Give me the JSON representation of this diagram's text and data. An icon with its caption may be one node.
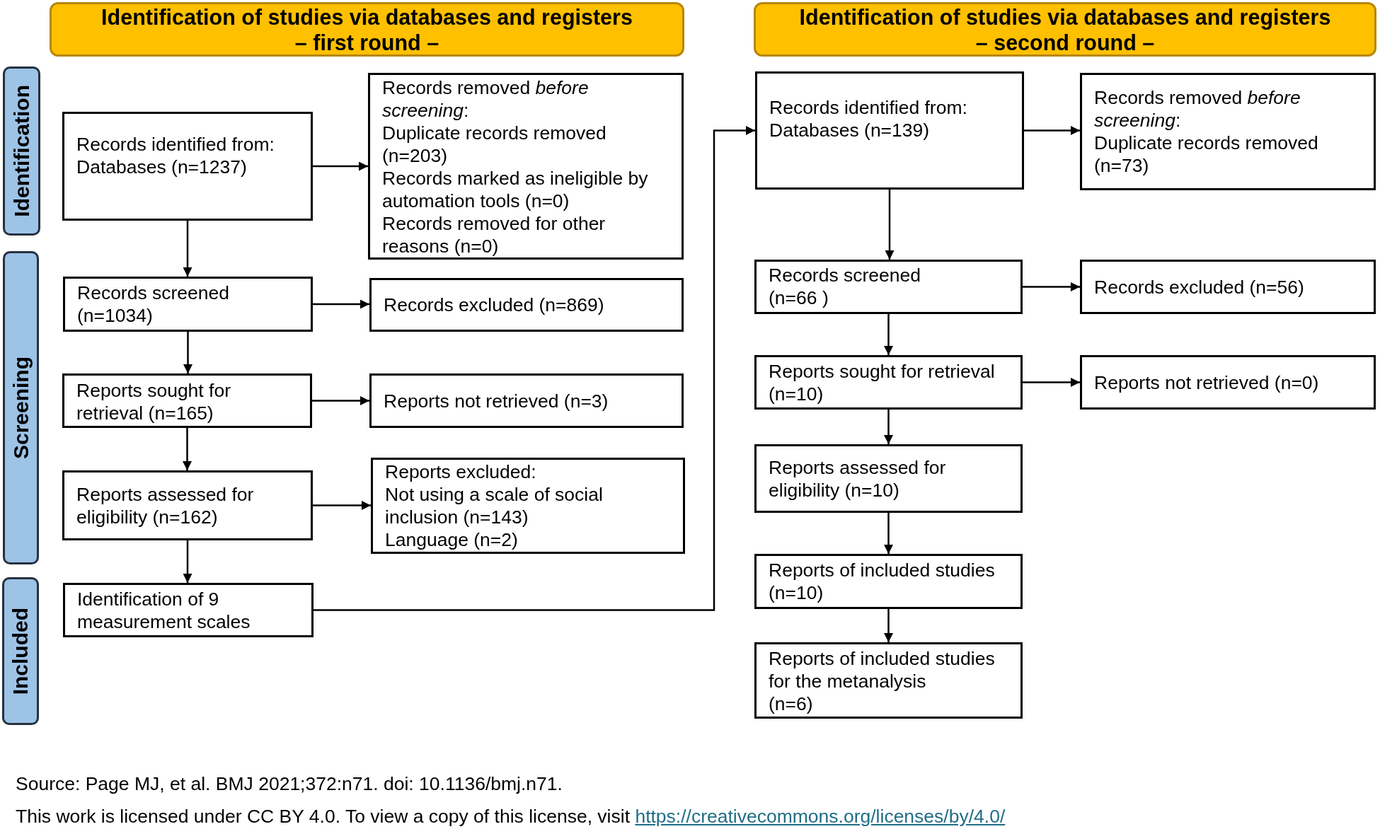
{
  "diagram": {
    "nodes": [
      {
        "text": [
          "Identification of studies via databases and registers",
          "– first round –"
        ]
      },
      {
        "text": [
          "Identification of studies via databases and registers",
          "– second round –"
        ]
      },
      {
        "text": [
          "Identification"
        ]
      },
      {
        "text": [
          "Screening"
        ]
      },
      {
        "text": [
          "Included"
        ]
      },
      {
        "text": [
          "Records identified from:",
          "Databases (n=1237)"
        ]
      },
      {
        "text": [
          "Records removed *before screening*:",
          "Duplicate records removed (n=203)",
          "Records marked as ineligible by automation tools (n=0)",
          "Records removed for other reasons (n=0)"
        ]
      },
      {
        "text": [
          "Records screened (n=1034)"
        ]
      },
      {
        "text": [
          "Records excluded (n=869)"
        ]
      },
      {
        "text": [
          "Reports sought for retrieval (n=165)"
        ]
      },
      {
        "text": [
          "Reports not retrieved (n=3)"
        ]
      },
      {
        "text": [
          "Reports assessed for eligibility (n=162)"
        ]
      },
      {
        "text": [
          "Reports excluded:",
          "Not using a scale of social inclusion (n=143)",
          "Language (n=2)"
        ]
      },
      {
        "text": [
          "Identification of 9 measurement scales"
        ]
      },
      {
        "text": [
          "Records identified from:",
          "Databases (n=139)"
        ]
      },
      {
        "text": [
          "Records removed *before screening*:",
          "Duplicate records removed (n=73)"
        ]
      },
      {
        "text": [
          "Records screened (n=66 )"
        ]
      },
      {
        "text": [
          "Records excluded (n=56)"
        ]
      },
      {
        "text": [
          "Reports sought for retrieval (n=10)"
        ]
      },
      {
        "text": [
          "Reports not retrieved (n=0)"
        ]
      },
      {
        "text": [
          "Reports assessed for eligibility (n=10)"
        ]
      },
      {
        "text": [
          "Reports of included studies (n=10)"
        ]
      },
      {
        "text": [
          "Reports of included studies for the metanalysis",
          "(n=6)"
        ]
      }
    ],
    "edges": [
      {
        "from": 5,
        "to": 6,
        "arrow": "to"
      },
      {
        "from": 5,
        "to": 7,
        "arrow": "to"
      },
      {
        "from": 7,
        "to": 8,
        "arrow": "to"
      },
      {
        "from": 7,
        "to": 9,
        "arrow": "to"
      },
      {
        "from": 9,
        "to": 10,
        "arrow": "to"
      },
      {
        "from": 9,
        "to": 11,
        "arrow": "to"
      },
      {
        "from": 11,
        "to": 12,
        "arrow": "to"
      },
      {
        "from": 11,
        "to": 13,
        "arrow": "to"
      },
      {
        "from": 13,
        "to": 14,
        "arrow": "to"
      },
      {
        "from": 14,
        "to": 15,
        "arrow": "to"
      },
      {
        "from": 14,
        "to": 16,
        "arrow": "to"
      },
      {
        "from": 16,
        "to": 17,
        "arrow": "to"
      },
      {
        "from": 16,
        "to": 18,
        "arrow": "to"
      },
      {
        "from": 18,
        "to": 19,
        "arrow": "to"
      },
      {
        "from": 18,
        "to": 20,
        "arrow": "to"
      },
      {
        "from": 20,
        "to": 21,
        "arrow": "to"
      },
      {
        "from": 21,
        "to": 22,
        "arrow": "to"
      }
    ],
    "labels": [
      "Source: Page MJ, et al. BMJ 2021;372:n71. doi: 10.1136/bmj.n71.",
      "This work is licensed under CC BY 4.0. To view a copy of this license, visit",
      "https://creativecommons.org/licenses/by/4.0/"
    ]
  }
}
